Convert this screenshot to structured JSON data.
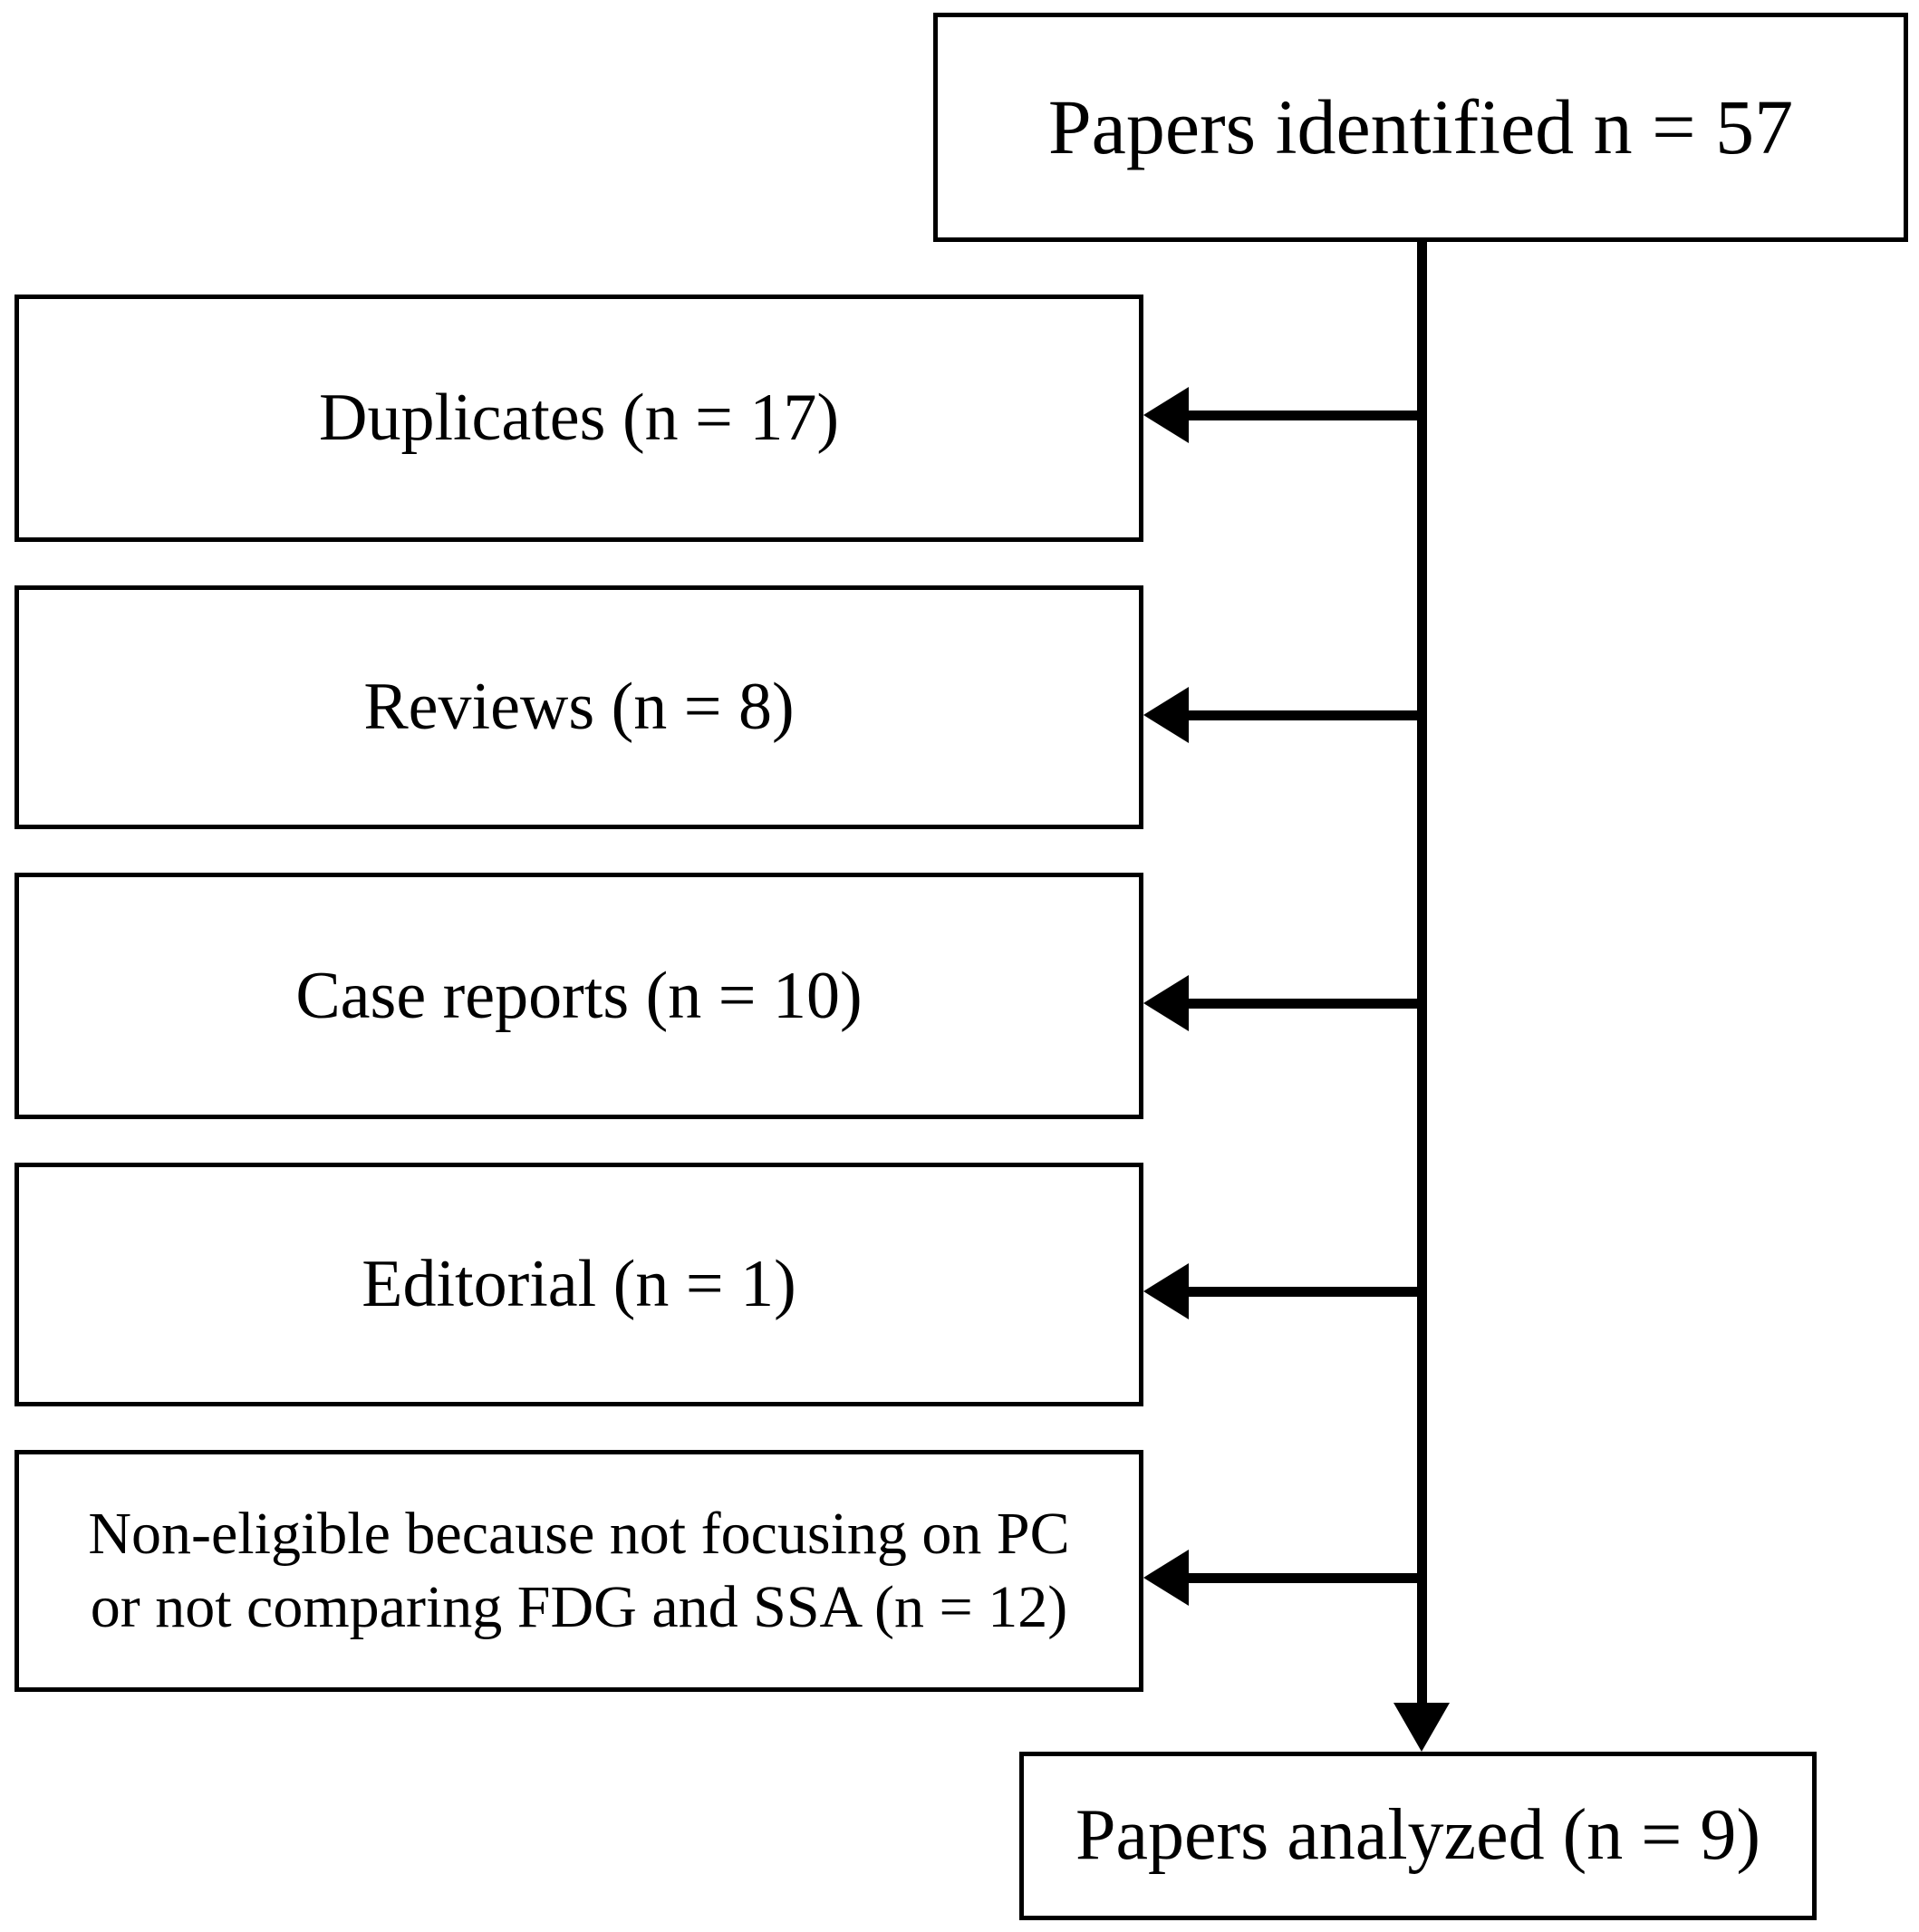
{
  "diagram": {
    "type": "prisma-flow-chart",
    "orientation": "top-down-with-left-exclusions",
    "background_color": "#ffffff",
    "line_color": "#000000",
    "text_color": "#000000",
    "nodes": [
      {
        "id": "identified",
        "label": "Papers identified n = 57",
        "role": "source",
        "count": 57
      },
      {
        "id": "duplicates",
        "label": "Duplicates (n = 17)",
        "role": "exclusion",
        "count": 17
      },
      {
        "id": "reviews",
        "label": "Reviews (n = 8)",
        "role": "exclusion",
        "count": 8
      },
      {
        "id": "case_reports",
        "label": "Case reports (n = 10)",
        "role": "exclusion",
        "count": 10
      },
      {
        "id": "editorial",
        "label": "Editorial (n = 1)",
        "role": "exclusion",
        "count": 1
      },
      {
        "id": "non_eligible",
        "label": "Non-eligible because not focusing on PC\nor not comparing FDG and SSA (n = 12)",
        "line1": "Non-eligible because not focusing on PC",
        "line2": "or not comparing FDG and SSA (n = 12)",
        "role": "exclusion",
        "count": 12
      },
      {
        "id": "analyzed",
        "label": "Papers analyzed (n = 9)",
        "role": "result",
        "count": 9
      }
    ],
    "edges": [
      {
        "from": "identified",
        "to": "duplicates",
        "direction": "left",
        "arrowhead": true
      },
      {
        "from": "identified",
        "to": "reviews",
        "direction": "left",
        "arrowhead": true
      },
      {
        "from": "identified",
        "to": "case_reports",
        "direction": "left",
        "arrowhead": true
      },
      {
        "from": "identified",
        "to": "editorial",
        "direction": "left",
        "arrowhead": true
      },
      {
        "from": "identified",
        "to": "non_eligible",
        "direction": "left",
        "arrowhead": true
      },
      {
        "from": "identified",
        "to": "analyzed",
        "direction": "down",
        "arrowhead": true
      }
    ]
  }
}
